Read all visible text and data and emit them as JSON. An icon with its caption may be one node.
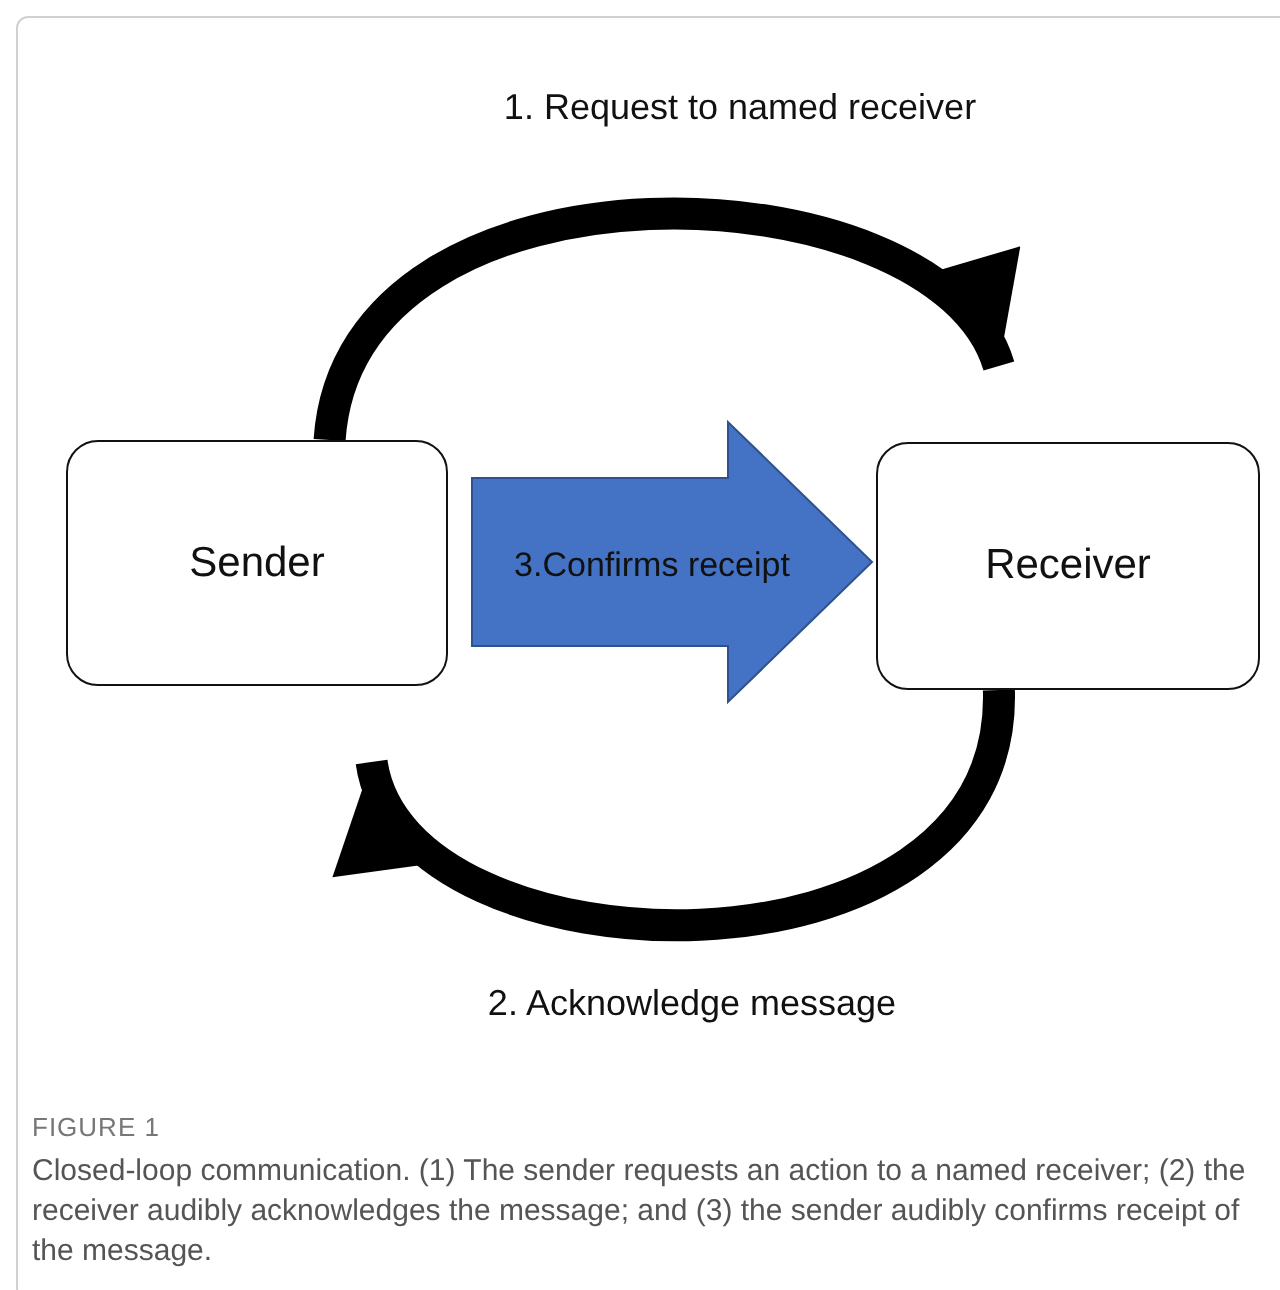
{
  "diagram": {
    "caption": "Closed-loop communication. (1) The sender requests an action to a named receiver; (2) the receiver audibly acknowledges the message; and (3) the sender audibly confirms receipt of the message.",
    "nodes": [
      {
        "text": [
          "Sender"
        ]
      },
      {
        "text": [
          "Receiver"
        ]
      }
    ],
    "edges": [
      {
        "from": 0,
        "to": 1,
        "arrow": "to",
        "label": "1. Request to named receiver"
      },
      {
        "from": 1,
        "to": 0,
        "arrow": "to",
        "label": "2. Acknowledge message"
      },
      {
        "from": 0,
        "to": 1,
        "arrow": "to",
        "label": "3.Confirms receipt",
        "color": "#4472c4"
      }
    ],
    "labels": [
      "FIGURE 1"
    ]
  }
}
